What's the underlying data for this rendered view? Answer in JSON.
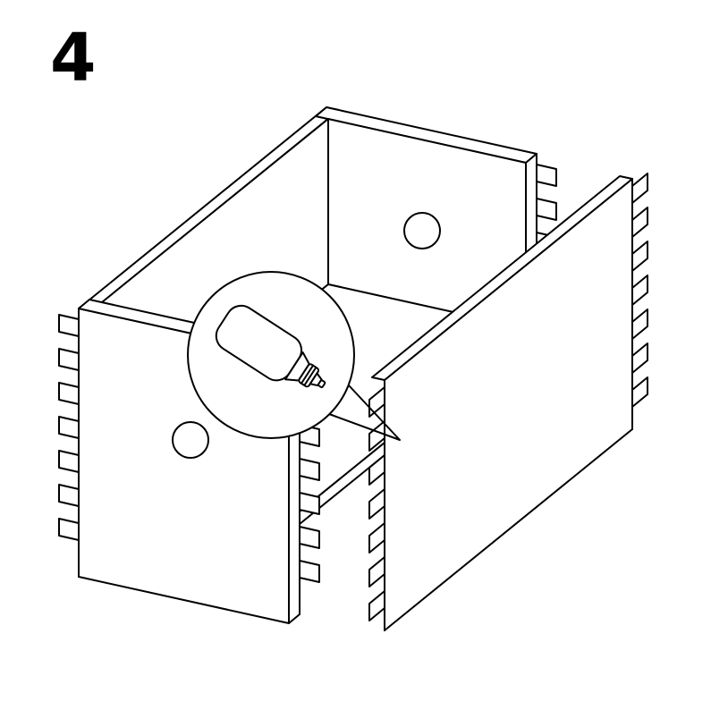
{
  "page": {
    "background": "#ffffff",
    "line_color": "#000000"
  },
  "step": {
    "number": "4"
  },
  "diagram": {
    "type": "assembly-instruction",
    "elements": [
      "drawer-box-assembled",
      "detached-side-panel",
      "finger-joint-teeth",
      "dowel-hole-back",
      "dowel-hole-front",
      "magnifier-callout",
      "glue-bottle-icon"
    ]
  }
}
